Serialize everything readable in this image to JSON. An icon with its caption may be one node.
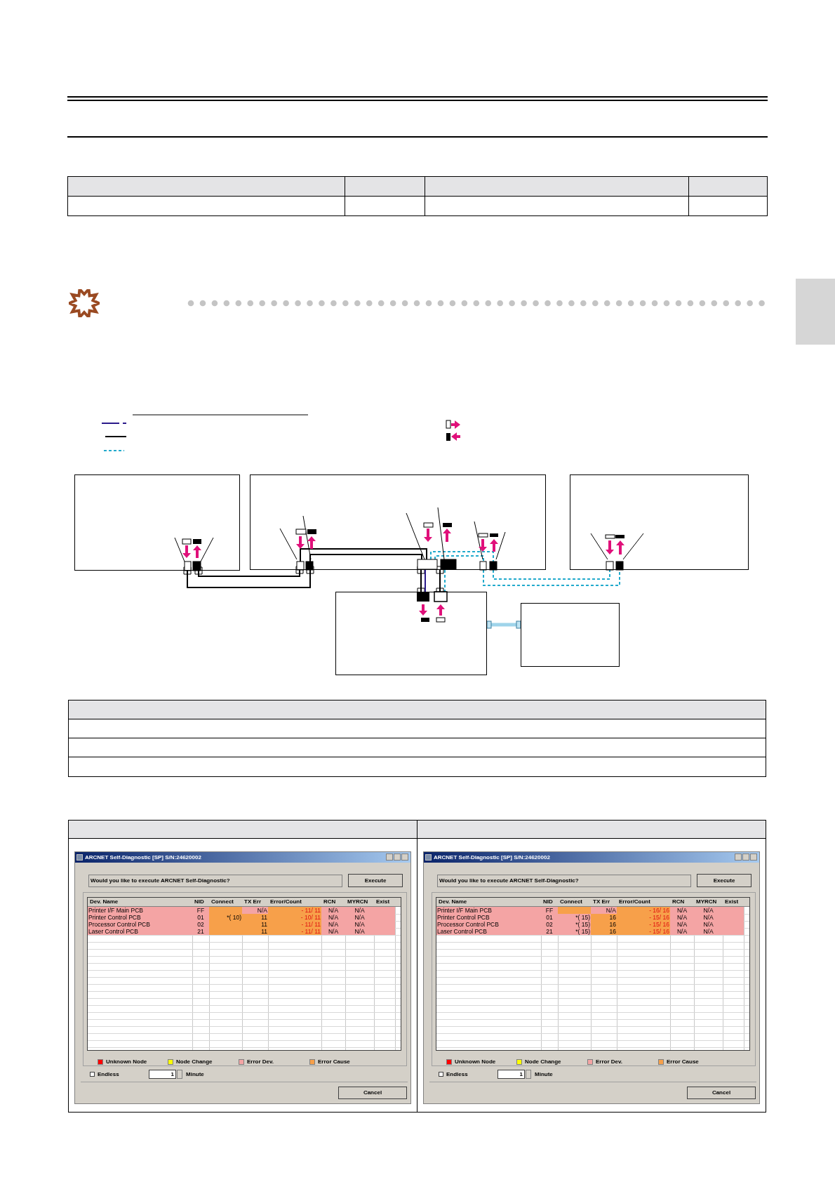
{
  "diagram": {
    "nodes": [
      {
        "text": [],
        "shape": "box"
      },
      {
        "text": [],
        "shape": "box"
      },
      {
        "text": [],
        "shape": "box"
      },
      {
        "text": [],
        "shape": "box"
      },
      {
        "text": [],
        "shape": "box"
      },
      {
        "text": [],
        "shape": "bar"
      }
    ],
    "edges": [
      {
        "from": 0,
        "to": 1,
        "arrow": "other"
      },
      {
        "from": 0,
        "to": 1,
        "arrow": "other"
      },
      {
        "from": 1,
        "to": 3,
        "arrow": "other"
      },
      {
        "from": 1,
        "to": 3,
        "arrow": "other"
      },
      {
        "from": 1,
        "to": 3,
        "arrow": "none",
        "color": "#2a1a8a"
      },
      {
        "from": 1,
        "to": 3,
        "arrow": "none",
        "style": "dashed",
        "color": "#22aacc"
      },
      {
        "from": 1,
        "to": 2,
        "arrow": "none",
        "style": "dashed",
        "color": "#22aacc"
      },
      {
        "from": 1,
        "to": 2,
        "arrow": "none",
        "style": "dashed",
        "color": "#22aacc"
      },
      {
        "from": 3,
        "to": 4,
        "arrow": "none",
        "style": "thick",
        "color": "#9fd4ea"
      }
    ],
    "labels": [
      "ARCNET Self-Diagnostic [SP] S/N:24620002",
      "Would you like to execute ARCNET Self-Diagnostic?",
      "Execute",
      "Dev. Name",
      "NID",
      "Connect",
      "TX Err",
      "Error/Count",
      "RCN",
      "MYRCN",
      "Exist",
      "Printer I/F Main PCB",
      "FF",
      "N/A",
      "- 11/ 11",
      "N/A",
      "N/A",
      "Printer Control PCB",
      "01",
      "*( 10)",
      "11",
      "- 10/ 11",
      "N/A",
      "N/A",
      "Processor Control PCB",
      "02",
      "11",
      "- 11/ 11",
      "N/A",
      "N/A",
      "Laser Control PCB",
      "21",
      "11",
      "- 11/ 11",
      "N/A",
      "N/A",
      "Unknown Node",
      "Node Change",
      "Error Dev.",
      "Error Cause",
      "Endless",
      "1",
      "Minute",
      "Cancel",
      "ARCNET Self-Diagnostic [SP] S/N:24620002",
      "Would you like to execute ARCNET Self-Diagnostic?",
      "Execute",
      "Dev. Name",
      "NID",
      "Connect",
      "TX Err",
      "Error/Count",
      "RCN",
      "MYRCN",
      "Exist",
      "Printer I/F Main PCB",
      "FF",
      "N/A",
      "- 16/ 16",
      "N/A",
      "N/A",
      "Printer Control PCB",
      "01",
      "*( 15)",
      "16",
      "- 15/ 16",
      "N/A",
      "N/A",
      "Processor Control PCB",
      "02",
      "*( 15)",
      "16",
      "- 15/ 16",
      "N/A",
      "N/A",
      "Laser Control PCB",
      "21",
      "*( 15)",
      "16",
      "- 15/ 16",
      "N/A",
      "N/A",
      "Unknown Node",
      "Node Change",
      "Error Dev.",
      "Error Cause",
      "Endless",
      "1",
      "Minute",
      "Cancel"
    ]
  }
}
